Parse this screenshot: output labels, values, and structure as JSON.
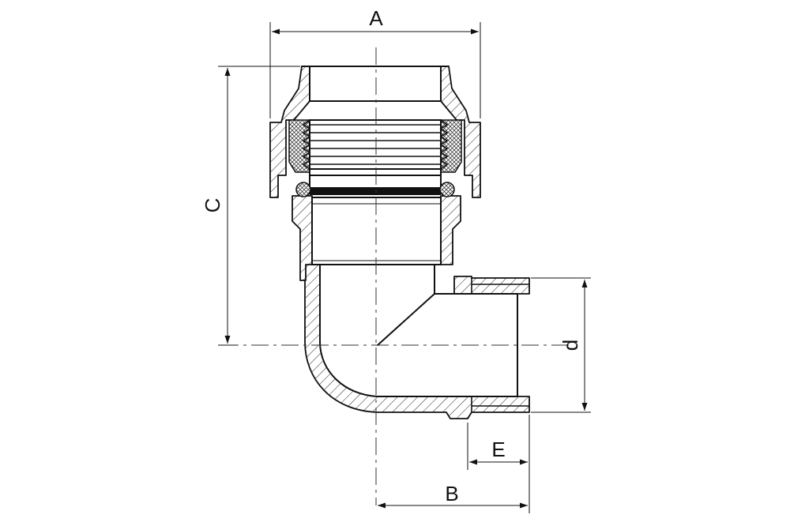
{
  "dimensions": {
    "A": "A",
    "B": "B",
    "C": "C",
    "d": "d",
    "E": "E"
  },
  "colors": {
    "line": "#111111",
    "background": "#ffffff"
  }
}
